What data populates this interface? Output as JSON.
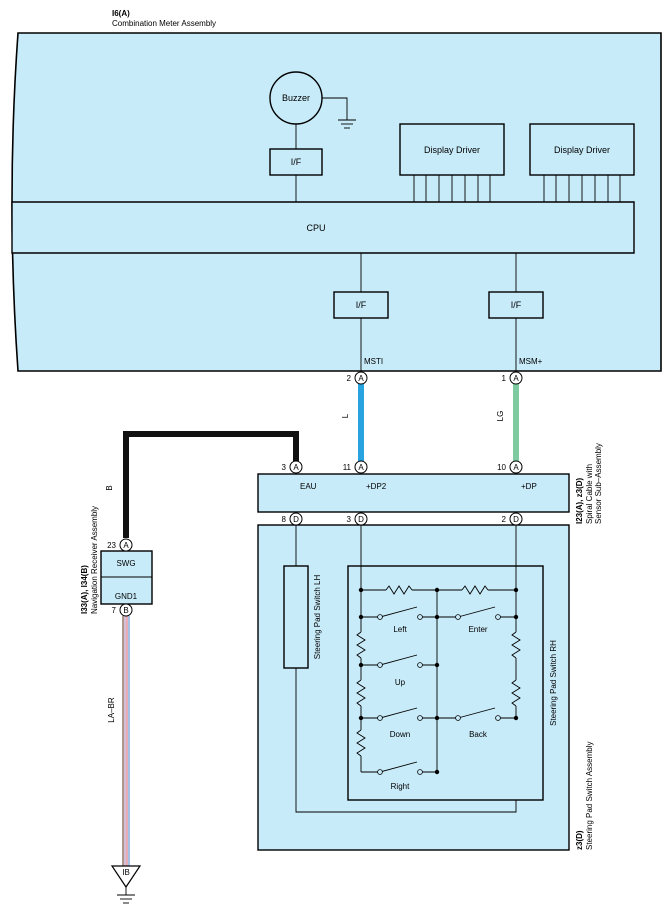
{
  "meter": {
    "id": "I6(A)",
    "name": "Combination Meter Assembly",
    "buzzer": "Buzzer",
    "if_buzzer": "I/F",
    "display_driver_1": "Display Driver",
    "display_driver_2": "Display Driver",
    "cpu": "CPU",
    "if_msti": "I/F",
    "if_msm": "I/F",
    "sig_msti": "MSTI",
    "sig_msm": "MSM+"
  },
  "pins": {
    "msti_pin": "2",
    "msti_conn": "A",
    "msm_pin": "1",
    "msm_conn": "A",
    "eau_pin": "3",
    "eau_conn": "A",
    "dp2_pin": "11",
    "dp2_conn": "A",
    "dp_pin": "10",
    "dp_conn": "A",
    "d8_pin": "8",
    "d8_conn": "D",
    "d3_pin": "3",
    "d3_conn": "D",
    "d2_pin": "2",
    "d2_conn": "D",
    "swg_pin": "23",
    "swg_conn": "A",
    "gnd1_pin": "7",
    "gnd1_conn": "B",
    "ground_ib": "IB"
  },
  "wires": {
    "blue": "L",
    "green": "LG",
    "black": "B",
    "ground_wire": "LA–BR"
  },
  "colors": {
    "panel_fill": "#c8ebf9",
    "wire_blue": "#29a3e0",
    "wire_green": "#7ecba1",
    "wire_black": "#111111"
  },
  "spiral": {
    "eau": "EAU",
    "dp2": "+DP2",
    "dp": "+DP",
    "id": "I23(A), z3(D)",
    "name1": "Spiral Cable with",
    "name2": "Sensor Sub–Assembly"
  },
  "nav": {
    "swg": "SWG",
    "gnd1": "GND1",
    "id": "I33(A), I34(B)",
    "name": "Navigation Receiver Assembly"
  },
  "steering": {
    "lh": "Steering Pad Switch LH",
    "rh": "Steering Pad Switch RH",
    "left": "Left",
    "enter": "Enter",
    "up": "Up",
    "down": "Down",
    "back": "Back",
    "right": "Right",
    "id": "z3(D)",
    "name": "Steering Pad Switch Assembly"
  }
}
